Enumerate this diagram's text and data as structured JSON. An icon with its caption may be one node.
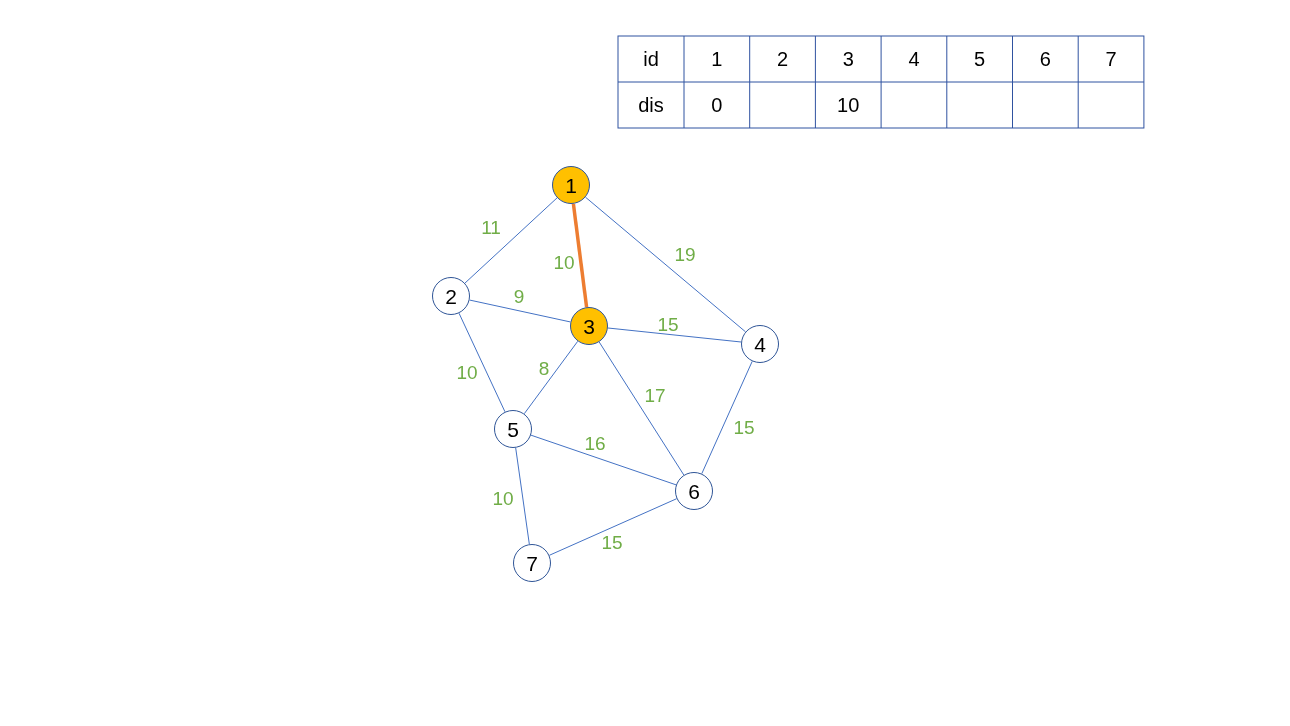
{
  "diagram": {
    "nodes": [
      {
        "text": [
          "1"
        ]
      },
      {
        "text": [
          "2"
        ]
      },
      {
        "text": [
          "3"
        ]
      },
      {
        "text": [
          "4"
        ]
      },
      {
        "text": [
          "5"
        ]
      },
      {
        "text": [
          "6"
        ]
      },
      {
        "text": [
          "7"
        ]
      }
    ],
    "edges": [
      {
        "from": 0,
        "to": 1,
        "arrow": "none",
        "label": "11"
      },
      {
        "from": 0,
        "to": 2,
        "arrow": "none",
        "label": "10",
        "style": "thick",
        "color": "#ed7d31"
      },
      {
        "from": 0,
        "to": 3,
        "arrow": "none",
        "label": "19"
      },
      {
        "from": 1,
        "to": 2,
        "arrow": "none",
        "label": "9"
      },
      {
        "from": 2,
        "to": 3,
        "arrow": "none",
        "label": "15"
      },
      {
        "from": 1,
        "to": 4,
        "arrow": "none",
        "label": "10"
      },
      {
        "from": 2,
        "to": 4,
        "arrow": "none",
        "label": "8"
      },
      {
        "from": 2,
        "to": 5,
        "arrow": "none",
        "label": "17"
      },
      {
        "from": 3,
        "to": 5,
        "arrow": "none",
        "label": "15"
      },
      {
        "from": 4,
        "to": 5,
        "arrow": "none",
        "label": "16"
      },
      {
        "from": 4,
        "to": 6,
        "arrow": "none",
        "label": "10"
      },
      {
        "from": 5,
        "to": 6,
        "arrow": "none",
        "label": "15"
      }
    ],
    "labels": [
      "id",
      "1",
      "2",
      "3",
      "4",
      "5",
      "6",
      "7",
      "dis",
      "0",
      "10"
    ]
  }
}
